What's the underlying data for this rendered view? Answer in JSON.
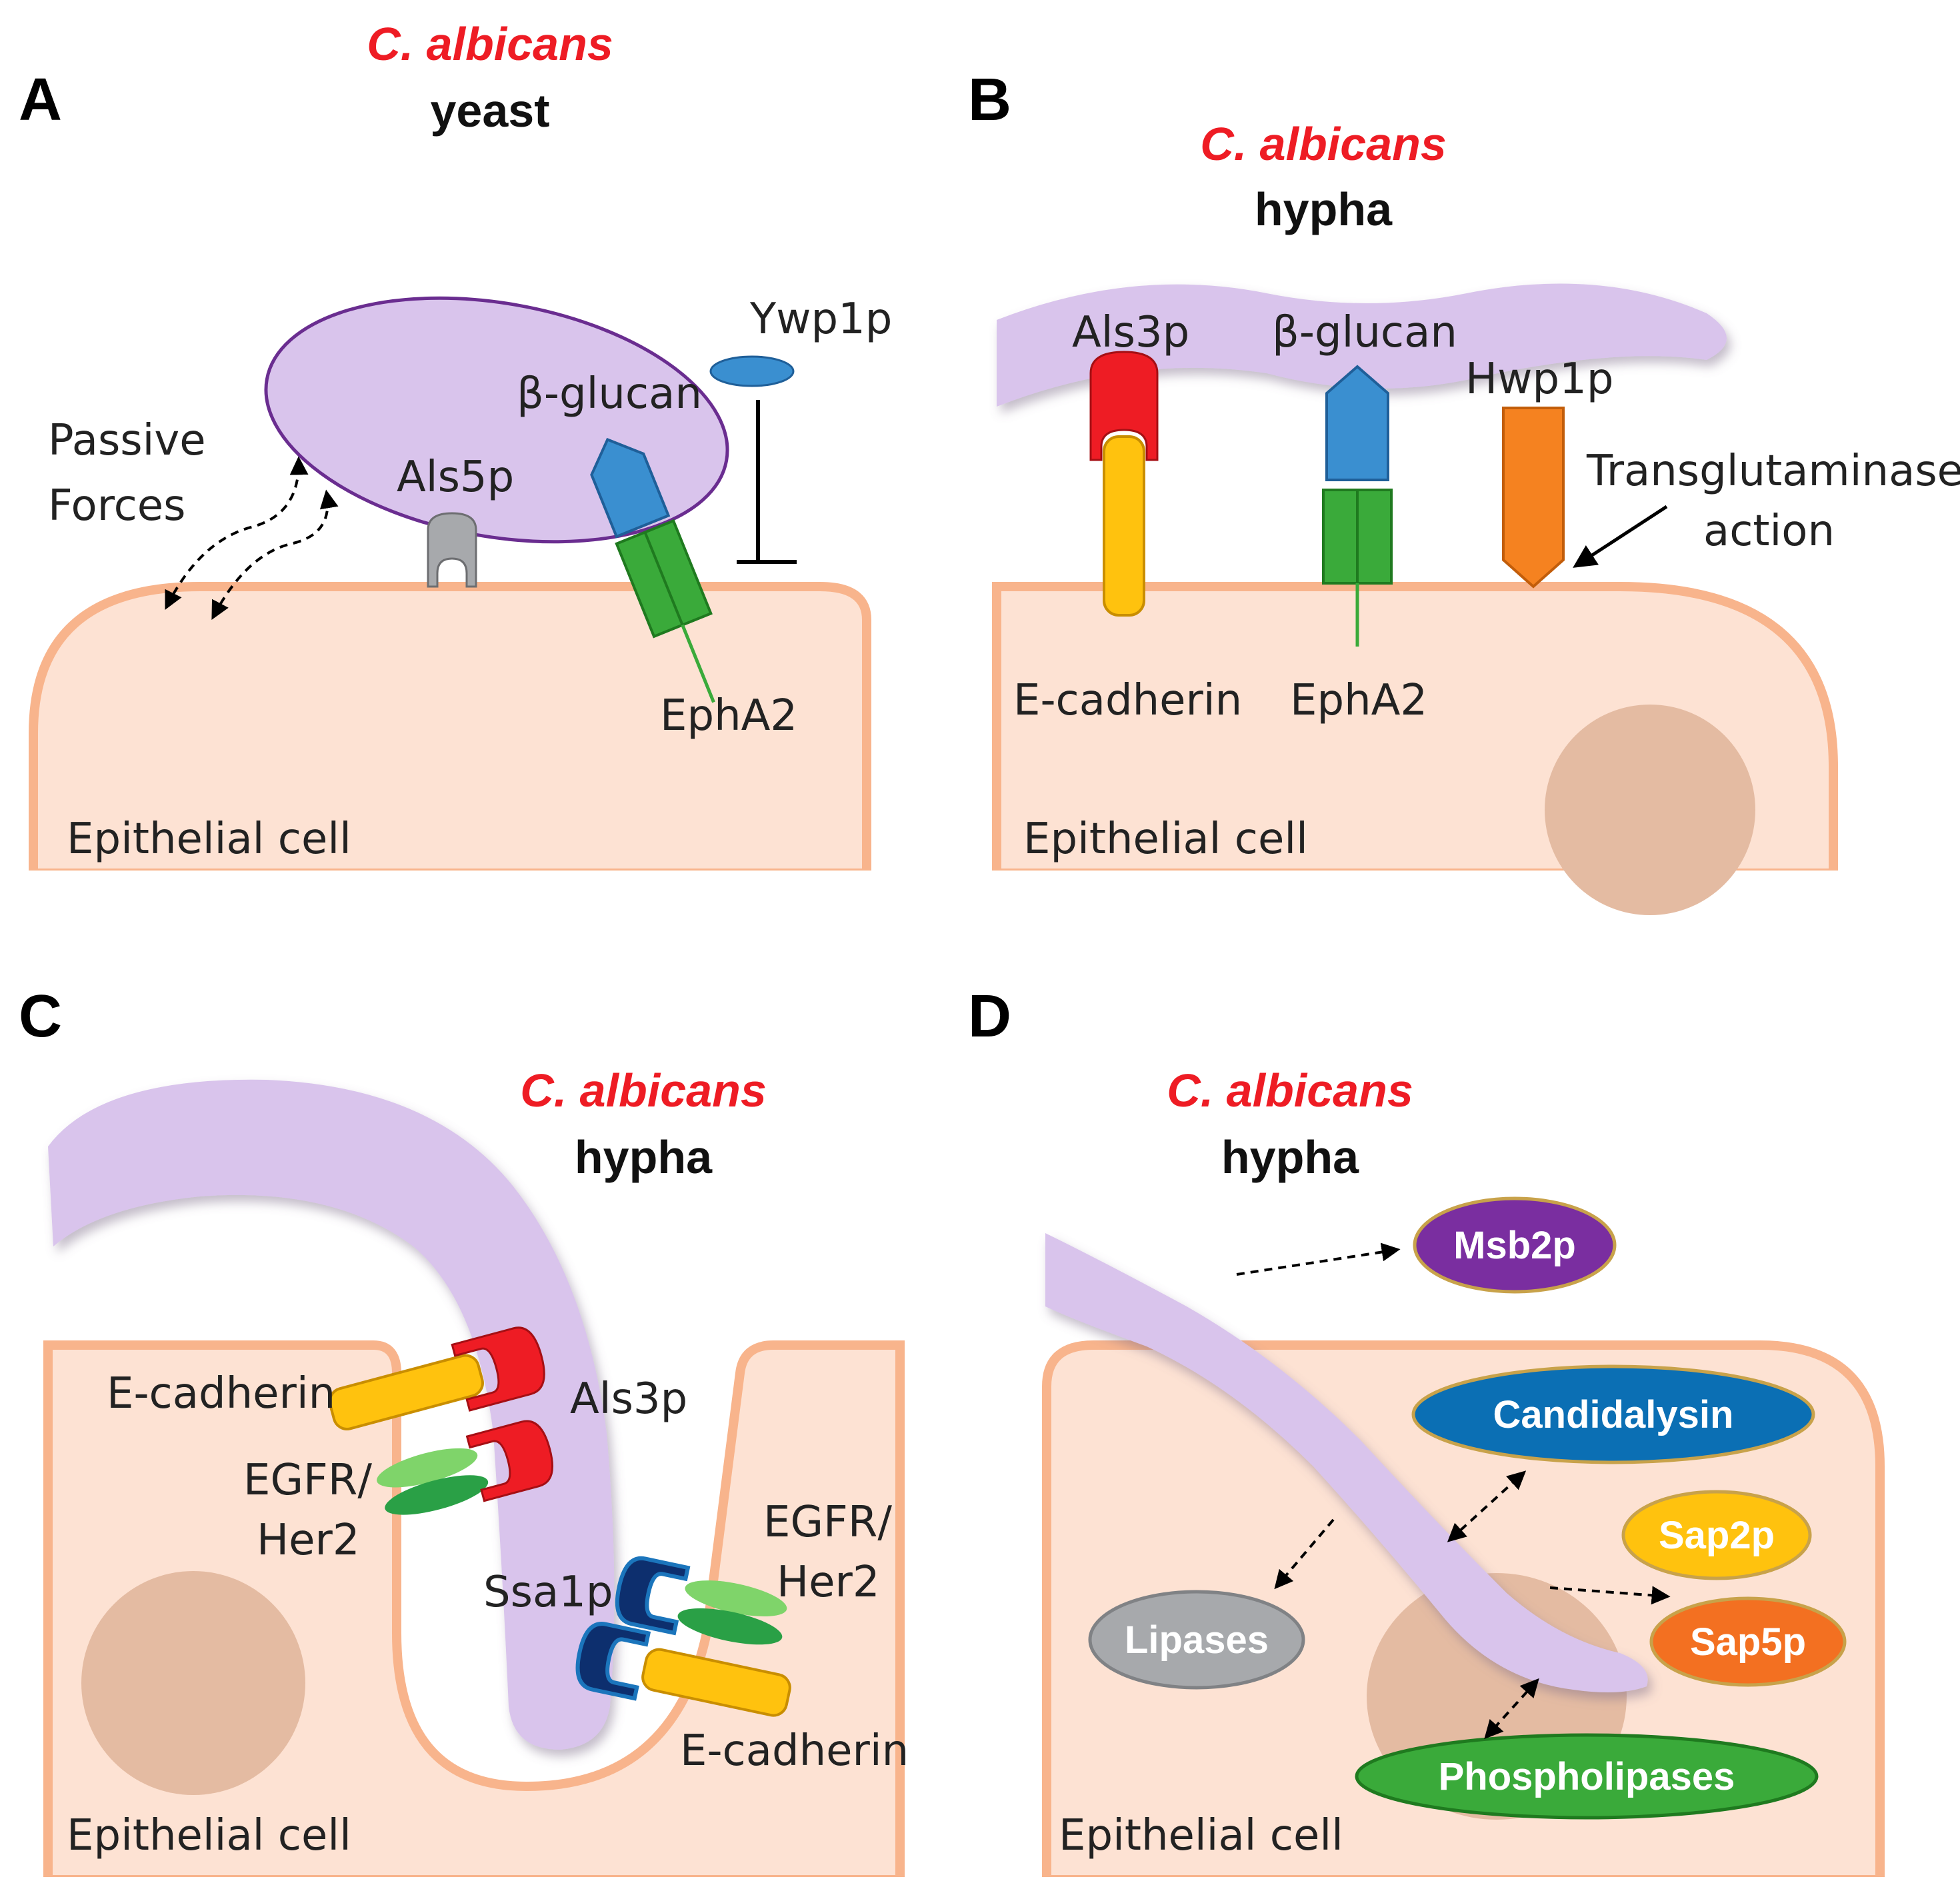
{
  "colors": {
    "species": "#ee1c24",
    "cell_fill": "#fde2d3",
    "cell_border": "#f8b48c",
    "nucleus": "#e4bba2",
    "fungus": "#d9c4ec",
    "yeast_border": "#6a2d90"
  },
  "panel_a": {
    "letter": "A",
    "species": "C. albicans",
    "morphology": "yeast",
    "passive_forces_line1": "Passive",
    "passive_forces_line2": "Forces",
    "als5p": "Als5p",
    "beta_glucan": "β-glucan",
    "ywp1p": "Ywp1p",
    "epha2": "EphA2",
    "cell": "Epithelial cell"
  },
  "panel_b": {
    "letter": "B",
    "species": "C. albicans",
    "morphology": "hypha",
    "als3p": "Als3p",
    "beta_glucan": "β-glucan",
    "hwp1p": "Hwp1p",
    "transglutaminase_line1": "Transglutaminase",
    "transglutaminase_line2": "action",
    "ecadherin": "E-cadherin",
    "epha2": "EphA2",
    "cell": "Epithelial cell"
  },
  "panel_c": {
    "letter": "C",
    "species": "C. albicans",
    "morphology": "hypha",
    "ecadherin_left": "E-cadherin",
    "egfr_left_line1": "EGFR/",
    "egfr_left_line2": "Her2",
    "als3p": "Als3p",
    "ssa1p": "Ssa1p",
    "egfr_right_line1": "EGFR/",
    "egfr_right_line2": "Her2",
    "ecadherin_right": "E-cadherin",
    "cell": "Epithelial cell"
  },
  "panel_d": {
    "letter": "D",
    "species": "C. albicans",
    "morphology": "hypha",
    "msb2p": "Msb2p",
    "candidalysin": "Candidalysin",
    "sap2p": "Sap2p",
    "sap5p": "Sap5p",
    "lipases": "Lipases",
    "phospholipases": "Phospholipases",
    "cell": "Epithelial cell"
  }
}
